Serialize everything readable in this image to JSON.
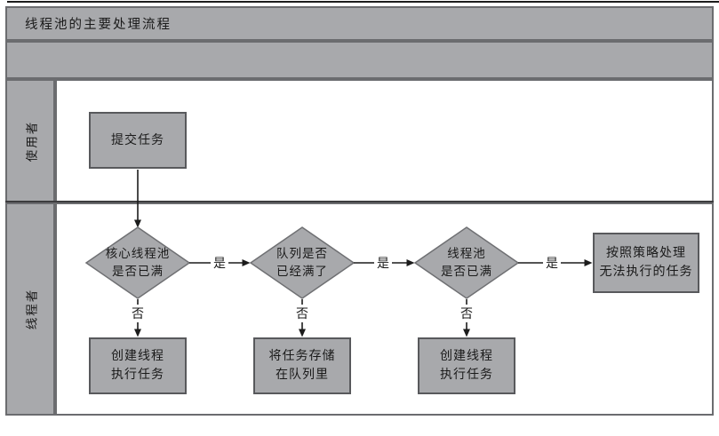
{
  "diagram": {
    "title": "线程池的主要处理流程",
    "lanes": [
      {
        "label": "使用者"
      },
      {
        "label": "线程者"
      }
    ],
    "nodes": {
      "submit": {
        "label": "提交任务"
      },
      "decision_core_pool": {
        "line1": "核心线程池",
        "line2": "是否已满"
      },
      "decision_queue": {
        "line1": "队列是否",
        "line2": "已经满了"
      },
      "decision_pool": {
        "line1": "线程池",
        "line2": "是否已满"
      },
      "policy": {
        "line1": "按照策略处理",
        "line2": "无法执行的任务"
      },
      "create_thread_1": {
        "line1": "创建线程",
        "line2": "执行任务"
      },
      "store_in_queue": {
        "line1": "将任务存储",
        "line2": "在队列里"
      },
      "create_thread_2": {
        "line1": "创建线程",
        "line2": "执行任务"
      }
    },
    "edge_labels": {
      "yes": "是",
      "no": "否"
    },
    "colors": {
      "fill": "#a8a9ac",
      "border": "#6b6c6f",
      "nodeborder": "#58595c",
      "line": "#1c1c1c",
      "divider": "#3c3c3e",
      "bg": "#ffffff"
    }
  }
}
